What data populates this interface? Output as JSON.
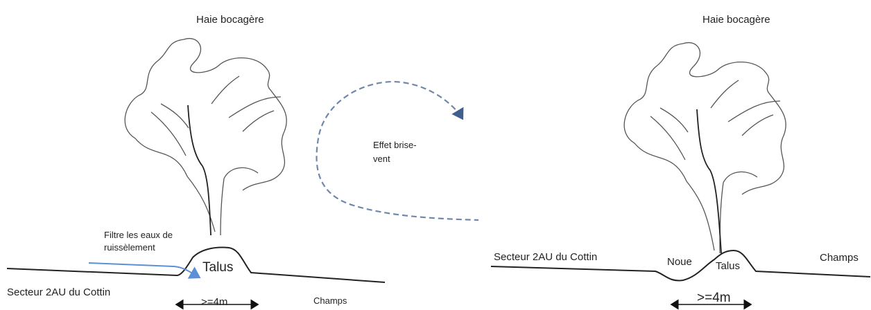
{
  "left_panel": {
    "title": "Haie bocagère",
    "water_label": "Filtre les eaux de ruissèlement",
    "talus": "Talus",
    "sector": "Secteur 2AU du Cottin",
    "width": ">=4m",
    "field": "Champs",
    "wind_label": "Effet brise-vent"
  },
  "right_panel": {
    "title": "Haie bocagère",
    "sector": "Secteur 2AU du Cottin",
    "ditch": "Noue",
    "talus": "Talus",
    "field": "Champs",
    "width": ">=4m"
  },
  "colors": {
    "line": "#222222",
    "tree": "#555555",
    "water_arrow": "#5b8fd6",
    "wind_arrow": "#6f87a8"
  }
}
